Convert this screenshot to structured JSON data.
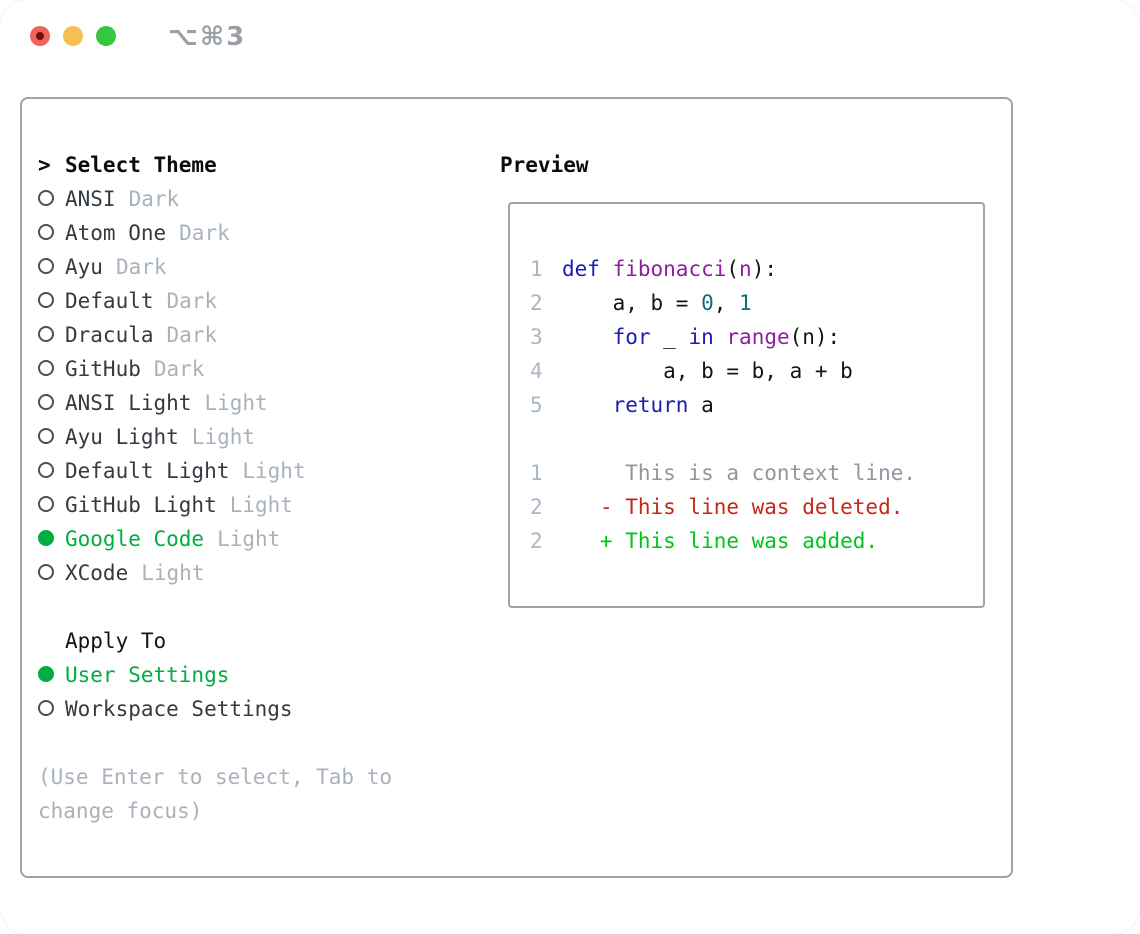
{
  "titlebar": {
    "shortcut": "⌥⌘3",
    "traffic_lights": [
      "close",
      "minimize",
      "zoom"
    ]
  },
  "theme_panel": {
    "prompt": ">",
    "header": "Select Theme",
    "items": [
      {
        "label": "ANSI",
        "variant": "Dark",
        "selected": false
      },
      {
        "label": "Atom One",
        "variant": "Dark",
        "selected": false
      },
      {
        "label": "Ayu",
        "variant": "Dark",
        "selected": false
      },
      {
        "label": "Default",
        "variant": "Dark",
        "selected": false
      },
      {
        "label": "Dracula",
        "variant": "Dark",
        "selected": false
      },
      {
        "label": "GitHub",
        "variant": "Dark",
        "selected": false
      },
      {
        "label": "ANSI Light",
        "variant": "Light",
        "selected": false
      },
      {
        "label": "Ayu Light",
        "variant": "Light",
        "selected": false
      },
      {
        "label": "Default Light",
        "variant": "Light",
        "selected": false
      },
      {
        "label": "GitHub Light",
        "variant": "Light",
        "selected": false
      },
      {
        "label": "Google Code",
        "variant": "Light",
        "selected": true
      },
      {
        "label": "XCode",
        "variant": "Light",
        "selected": false
      }
    ]
  },
  "apply_panel": {
    "header": "Apply To",
    "options": [
      {
        "label": "User Settings",
        "selected": true
      },
      {
        "label": "Workspace Settings",
        "selected": false
      }
    ]
  },
  "help_text": "(Use Enter to select, Tab to change focus)",
  "preview": {
    "title": "Preview",
    "code_lines": [
      {
        "num": "1",
        "tokens": [
          {
            "t": "def",
            "c": "kwd"
          },
          {
            "t": " ",
            "c": "pln"
          },
          {
            "t": "fibonacci",
            "c": "fn"
          },
          {
            "t": "(",
            "c": "pln"
          },
          {
            "t": "n",
            "c": "fn"
          },
          {
            "t": "):",
            "c": "pln"
          }
        ]
      },
      {
        "num": "2",
        "tokens": [
          {
            "t": "    a, b = ",
            "c": "pln"
          },
          {
            "t": "0",
            "c": "lit"
          },
          {
            "t": ", ",
            "c": "pln"
          },
          {
            "t": "1",
            "c": "lit"
          }
        ]
      },
      {
        "num": "3",
        "tokens": [
          {
            "t": "    ",
            "c": "pln"
          },
          {
            "t": "for",
            "c": "kwd"
          },
          {
            "t": " _ ",
            "c": "pln"
          },
          {
            "t": "in",
            "c": "kwd"
          },
          {
            "t": " ",
            "c": "pln"
          },
          {
            "t": "range",
            "c": "fn"
          },
          {
            "t": "(n):",
            "c": "pln"
          }
        ]
      },
      {
        "num": "4",
        "tokens": [
          {
            "t": "        a, b = b, a + b",
            "c": "pln"
          }
        ]
      },
      {
        "num": "5",
        "tokens": [
          {
            "t": "    ",
            "c": "pln"
          },
          {
            "t": "return",
            "c": "kwd"
          },
          {
            "t": " a",
            "c": "pln"
          }
        ]
      }
    ],
    "diff_lines": [
      {
        "num": "1",
        "type": "context",
        "text": "     This is a context line."
      },
      {
        "num": "2",
        "type": "deleted",
        "text": "   - This line was deleted."
      },
      {
        "num": "2",
        "type": "added",
        "text": "   + This line was added."
      }
    ]
  },
  "colors": {
    "accent_green": "#00ad3f",
    "keyword_blue": "#1c1cb0",
    "function_purple": "#8e1f9e",
    "literal_teal": "#0e6e76",
    "diff_deleted_red": "#c62817",
    "diff_added_green": "#00c41c"
  }
}
